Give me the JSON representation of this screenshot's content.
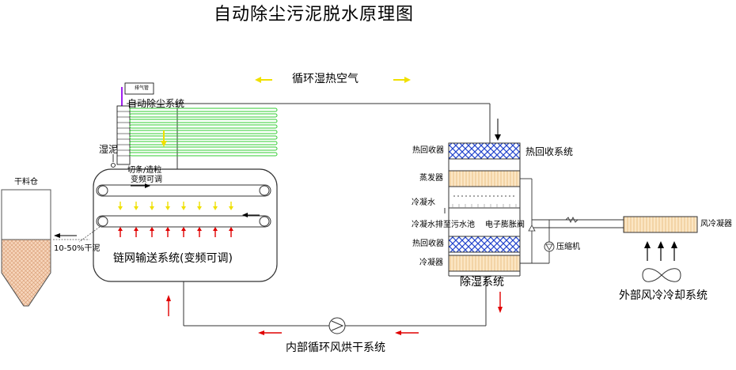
{
  "title": "自动除尘污泥脱水原理图",
  "circulating_air": "循环湿热空气",
  "exhaust_tube": "排气管",
  "dust_system": "自动除尘系统",
  "wet_sludge": "湿泥",
  "cutting": "切条/造粒",
  "freq_top": "变频可调",
  "chain_system": "链网输送系统(变频可调)",
  "dry_silo": "干料仓",
  "dry_sludge": "10-50%干泥",
  "heat_recovery_1": "热回收器",
  "heat_recovery_system": "热回收系统",
  "evaporator": "蒸发器",
  "condensate": "冷凝水",
  "condensate_drain": "冷凝水排至污水池",
  "expansion_valve": "电子膨胀阀",
  "heat_recovery_2": "热回收器",
  "compressor": "压缩机",
  "condenser": "冷凝器",
  "dehumid_system": "除湿系统",
  "air_condenser": "风冷凝器",
  "external_cooling": "外部风冷冷却系统",
  "internal_loop": "内部循环风烘干系统",
  "colors": {
    "arrow_yellow": "#f0e000",
    "arrow_red": "#e00000",
    "green": "#33cc33",
    "blue_hatch": "#2244cc",
    "orange_fill": "#fbe0b0",
    "sludge_fill": "#f2c4a0"
  }
}
